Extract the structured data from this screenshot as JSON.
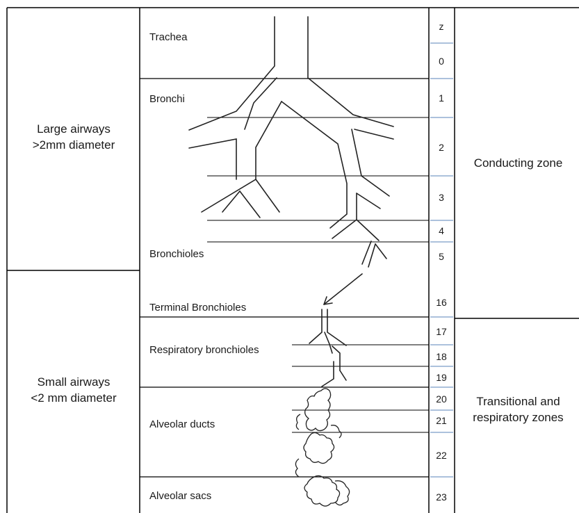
{
  "diagram": {
    "left_groups": [
      {
        "label": "Large airways\n>2mm diameter"
      },
      {
        "label": "Small airways\n<2 mm diameter"
      }
    ],
    "zones": [
      {
        "label": "Conducting zone"
      },
      {
        "label": "Transitional and\nrespiratory zones"
      }
    ],
    "regions": [
      {
        "label": "Trachea"
      },
      {
        "label": "Bronchi"
      },
      {
        "label": "Bronchioles"
      },
      {
        "label": "Terminal Bronchioles"
      },
      {
        "label": "Respiratory bronchioles"
      },
      {
        "label": "Alveolar ducts"
      },
      {
        "label": "Alveolar sacs"
      }
    ],
    "generations": [
      "z",
      "0",
      "1",
      "2",
      "3",
      "4",
      "5",
      "16",
      "17",
      "18",
      "19",
      "20",
      "21",
      "22",
      "23"
    ]
  }
}
